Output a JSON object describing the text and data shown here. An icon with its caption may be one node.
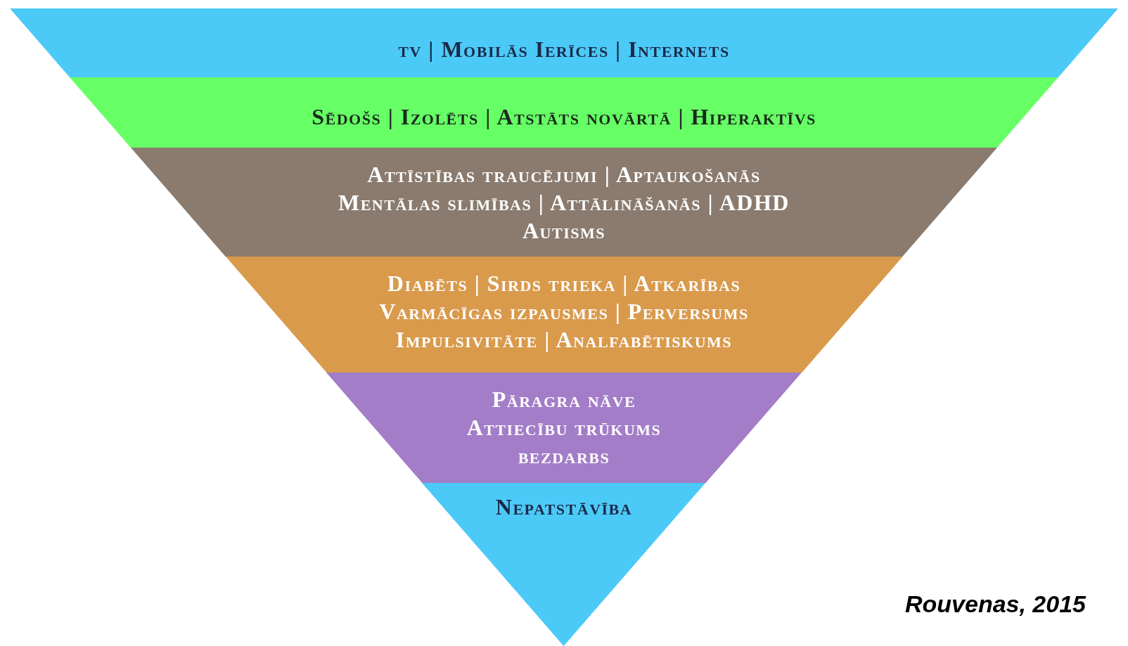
{
  "diagram": {
    "caption": "Rouvenas, 2015",
    "nodes": [
      {
        "text": [
          "tv | Mobilās Ierīces | Internets"
        ]
      },
      {
        "text": [
          "Sēdošs | Izolēts | Atstāts novārtā | Hiperaktīvs"
        ]
      },
      {
        "text": [
          "Attīstības traucējumi | Aptaukošanās",
          "Mentālas slimības | Attālināšanās | ADHD",
          "Autisms"
        ]
      },
      {
        "text": [
          "Diabēts | Sirds trieka | Atkarības",
          "Varmācīgas izpausmes | Perversums",
          "Impulsivitāte | Analfabētiskums"
        ]
      },
      {
        "text": [
          "Pāragra nāve",
          "Attiecību trūkums",
          "bezdarbs"
        ]
      },
      {
        "text": [
          "Nepatstāvība"
        ]
      }
    ]
  }
}
